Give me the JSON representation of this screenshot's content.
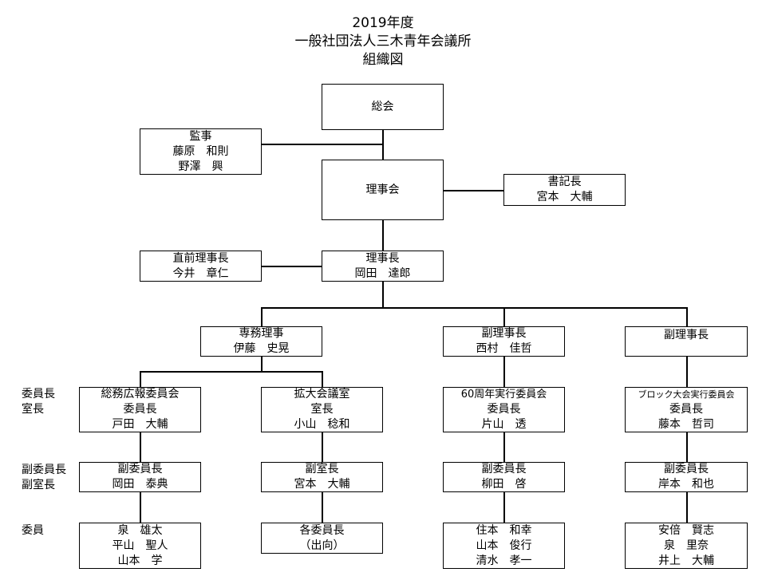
{
  "title": {
    "line1": "2019年度",
    "line2": "一般社団法人三木青年会議所",
    "line3": "組織図"
  },
  "row_labels": {
    "chair_1": "委員長",
    "chair_2": "室長",
    "vice_1": "副委員長",
    "vice_2": "副室長",
    "member": "委員"
  },
  "nodes": {
    "general_assembly": {
      "label": "総会"
    },
    "auditor": {
      "label": "監事",
      "members": [
        "藤原　和則",
        "野澤　興"
      ]
    },
    "board": {
      "label": "理事会"
    },
    "secretary": {
      "label": "書記長",
      "name": "宮本　大輔"
    },
    "past_president": {
      "label": "直前理事長",
      "name": "今井　章仁"
    },
    "president": {
      "label": "理事長",
      "name": "岡田　達郎"
    },
    "executive_director": {
      "label": "専務理事",
      "name": "伊藤　史晃"
    },
    "vp_1": {
      "label": "副理事長",
      "name": "西村　佳哲"
    },
    "vp_2": {
      "label": "副理事長"
    },
    "committee_general": {
      "label": "総務広報委員会",
      "role": "委員長",
      "name": "戸田　大輔"
    },
    "office_expanded": {
      "label": "拡大会議室",
      "role": "室長",
      "name": "小山　稔和"
    },
    "committee_60th": {
      "label": "60周年実行委員会",
      "role": "委員長",
      "name": "片山　透"
    },
    "committee_block": {
      "label": "ブロック大会実行委員会",
      "role": "委員長",
      "name": "藤本　哲司"
    },
    "vice_general": {
      "role": "副委員長",
      "name": "岡田　泰典"
    },
    "vice_office": {
      "role": "副室長",
      "name": "宮本　大輔"
    },
    "vice_60th": {
      "role": "副委員長",
      "name": "柳田　啓"
    },
    "vice_block": {
      "role": "副委員長",
      "name": "岸本　和也"
    },
    "members_general": {
      "names": [
        "泉　雄太",
        "平山　聖人",
        "山本　学"
      ]
    },
    "members_office": {
      "names": [
        "各委員長",
        "（出向）"
      ]
    },
    "members_60th": {
      "names": [
        "住本　和幸",
        "山本　俊行",
        "清水　孝一"
      ]
    },
    "members_block": {
      "names": [
        "安倍　賢志",
        "泉　里奈",
        "井上　大輔"
      ]
    }
  }
}
